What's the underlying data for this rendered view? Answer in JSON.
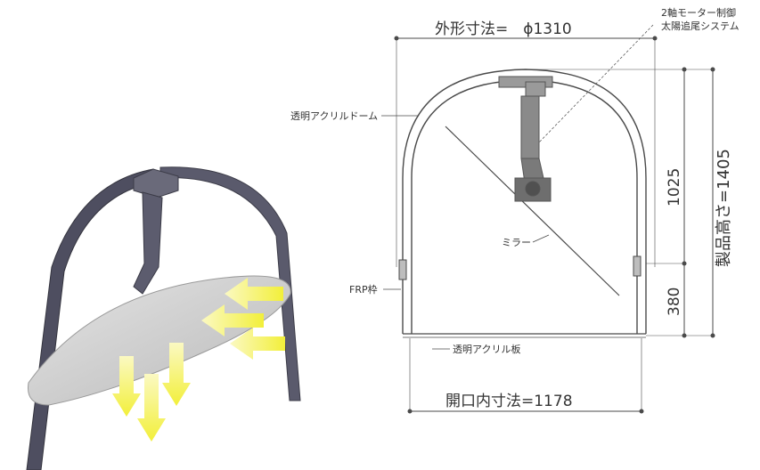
{
  "labels": {
    "outer_dim": "外形寸法=　ϕ1310",
    "system_line1": "2軸モーター制御",
    "system_line2": "太陽追尾システム",
    "dome": "透明アクリルドーム",
    "mirror": "ミラー",
    "frp_frame": "FRP枠",
    "acrylic_plate": "透明アクリル板",
    "opening_dim": "開口内寸法=1178",
    "dim_1025": "1025",
    "dim_380": "380",
    "total_height": "製品高さ=1405"
  },
  "colors": {
    "frame": "#4a4a5a",
    "mirror": "#c8c8c8",
    "arrow": "#f2ef3a",
    "line": "#4a4a4a"
  }
}
